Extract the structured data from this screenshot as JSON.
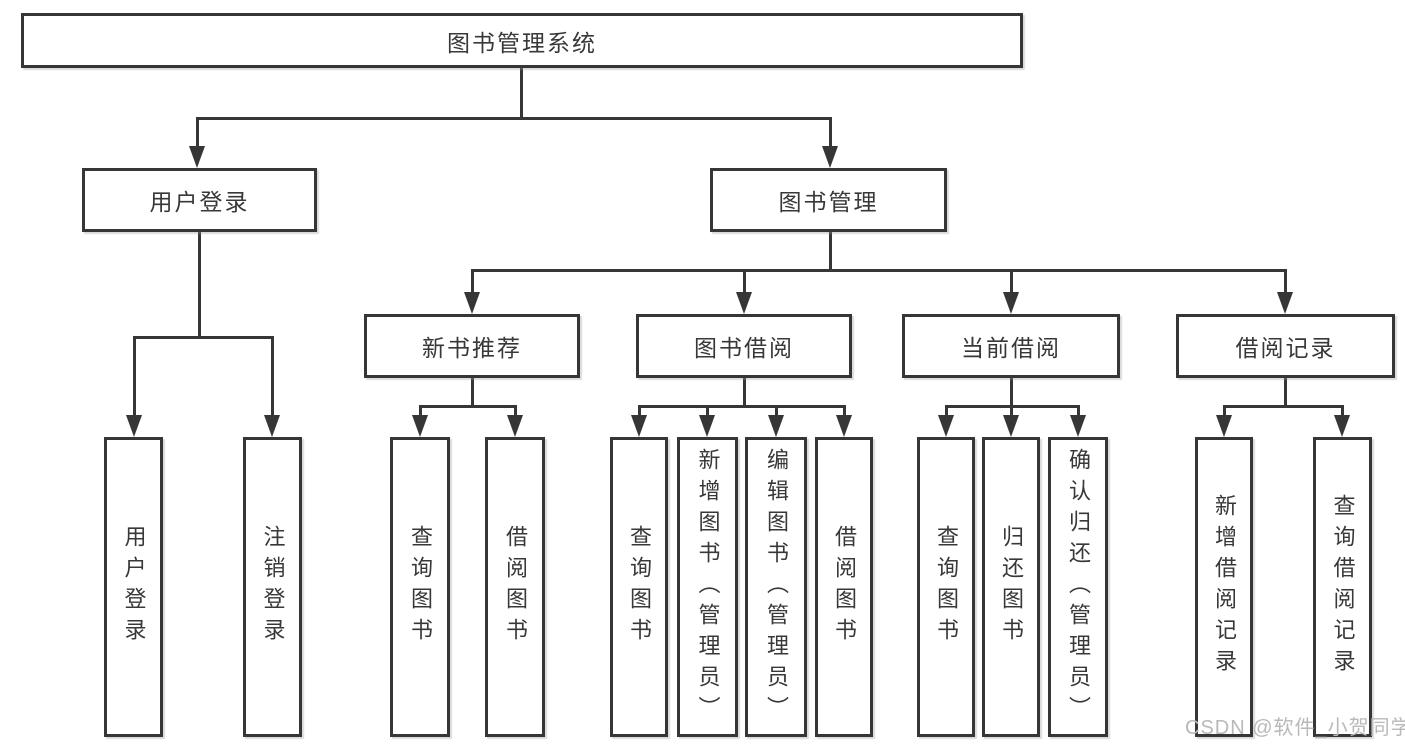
{
  "tree": {
    "root": {
      "label": "图书管理系统"
    },
    "children": [
      {
        "label": "用户登录",
        "children": [
          {
            "label": "用户登录"
          },
          {
            "label": "注销登录"
          }
        ]
      },
      {
        "label": "图书管理",
        "children": [
          {
            "label": "新书推荐",
            "children": [
              {
                "label": "查询图书"
              },
              {
                "label": "借阅图书"
              }
            ]
          },
          {
            "label": "图书借阅",
            "children": [
              {
                "label": "查询图书"
              },
              {
                "label": "新增图书（管理员）"
              },
              {
                "label": "编辑图书（管理员）"
              },
              {
                "label": "借阅图书"
              }
            ]
          },
          {
            "label": "当前借阅",
            "children": [
              {
                "label": "查询图书"
              },
              {
                "label": "归还图书"
              },
              {
                "label": "确认归还（管理员）"
              }
            ]
          },
          {
            "label": "借阅记录",
            "children": [
              {
                "label": "新增借阅记录"
              },
              {
                "label": "查询借阅记录"
              }
            ]
          }
        ]
      }
    ]
  },
  "watermark": {
    "text": "CSDN @软件_小贺同学"
  },
  "colors": {
    "line": "#363636",
    "box_border": "#363636",
    "box_background": "#ffffff",
    "text": "#383838",
    "watermark": "#b9b9b9",
    "page_background": "#ffffff"
  }
}
